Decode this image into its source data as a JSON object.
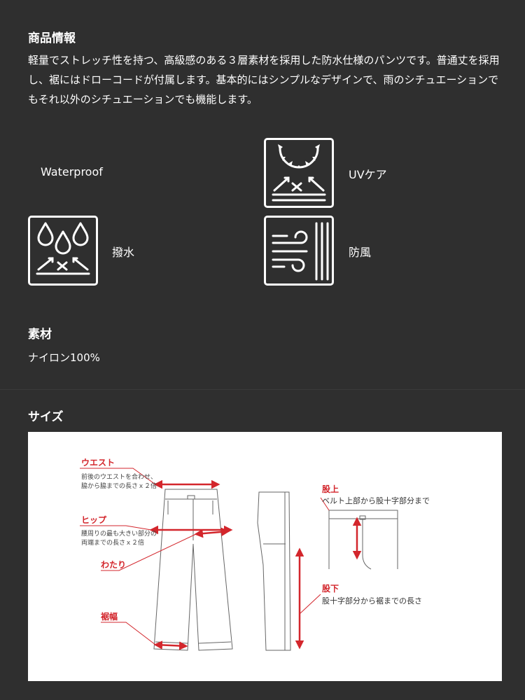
{
  "product_info": {
    "heading": "商品情報",
    "description": "軽量でストレッチ性を持つ、高級感のある３層素材を採用した防水仕様のパンツです。普通丈を採用し、裾にはドローコードが付属します。基本的にはシンプルなデザインで、雨のシチュエーションでもそれ以外のシチュエーションでも機能します。"
  },
  "features": [
    {
      "label": "Waterproof",
      "icon": "none"
    },
    {
      "label": "UVケア",
      "icon": "sun-uv-icon"
    },
    {
      "label": "撥水",
      "icon": "water-drops-icon"
    },
    {
      "label": "防風",
      "icon": "wind-icon"
    }
  ],
  "material": {
    "heading": "素材",
    "value": "ナイロン100%"
  },
  "size": {
    "heading": "サイズ",
    "diagram": {
      "waist": {
        "title": "ウエスト",
        "note_1": "前後のウエストを合わせ、",
        "note_2": "脇から脇までの長さｘ２倍"
      },
      "hip": {
        "title": "ヒップ",
        "note_1": "腰周りの最も大きい部分の",
        "note_2": "両端までの長さｘ２倍"
      },
      "thigh": {
        "title": "わたり"
      },
      "hem": {
        "title": "裾幅"
      },
      "rise": {
        "title": "股上",
        "note": "ベルト上部から股十字部分まで"
      },
      "inseam": {
        "title": "股下",
        "note": "股十字部分から裾までの長さ"
      }
    },
    "colors": {
      "accent": "#d3262c",
      "line": "#555555"
    }
  }
}
